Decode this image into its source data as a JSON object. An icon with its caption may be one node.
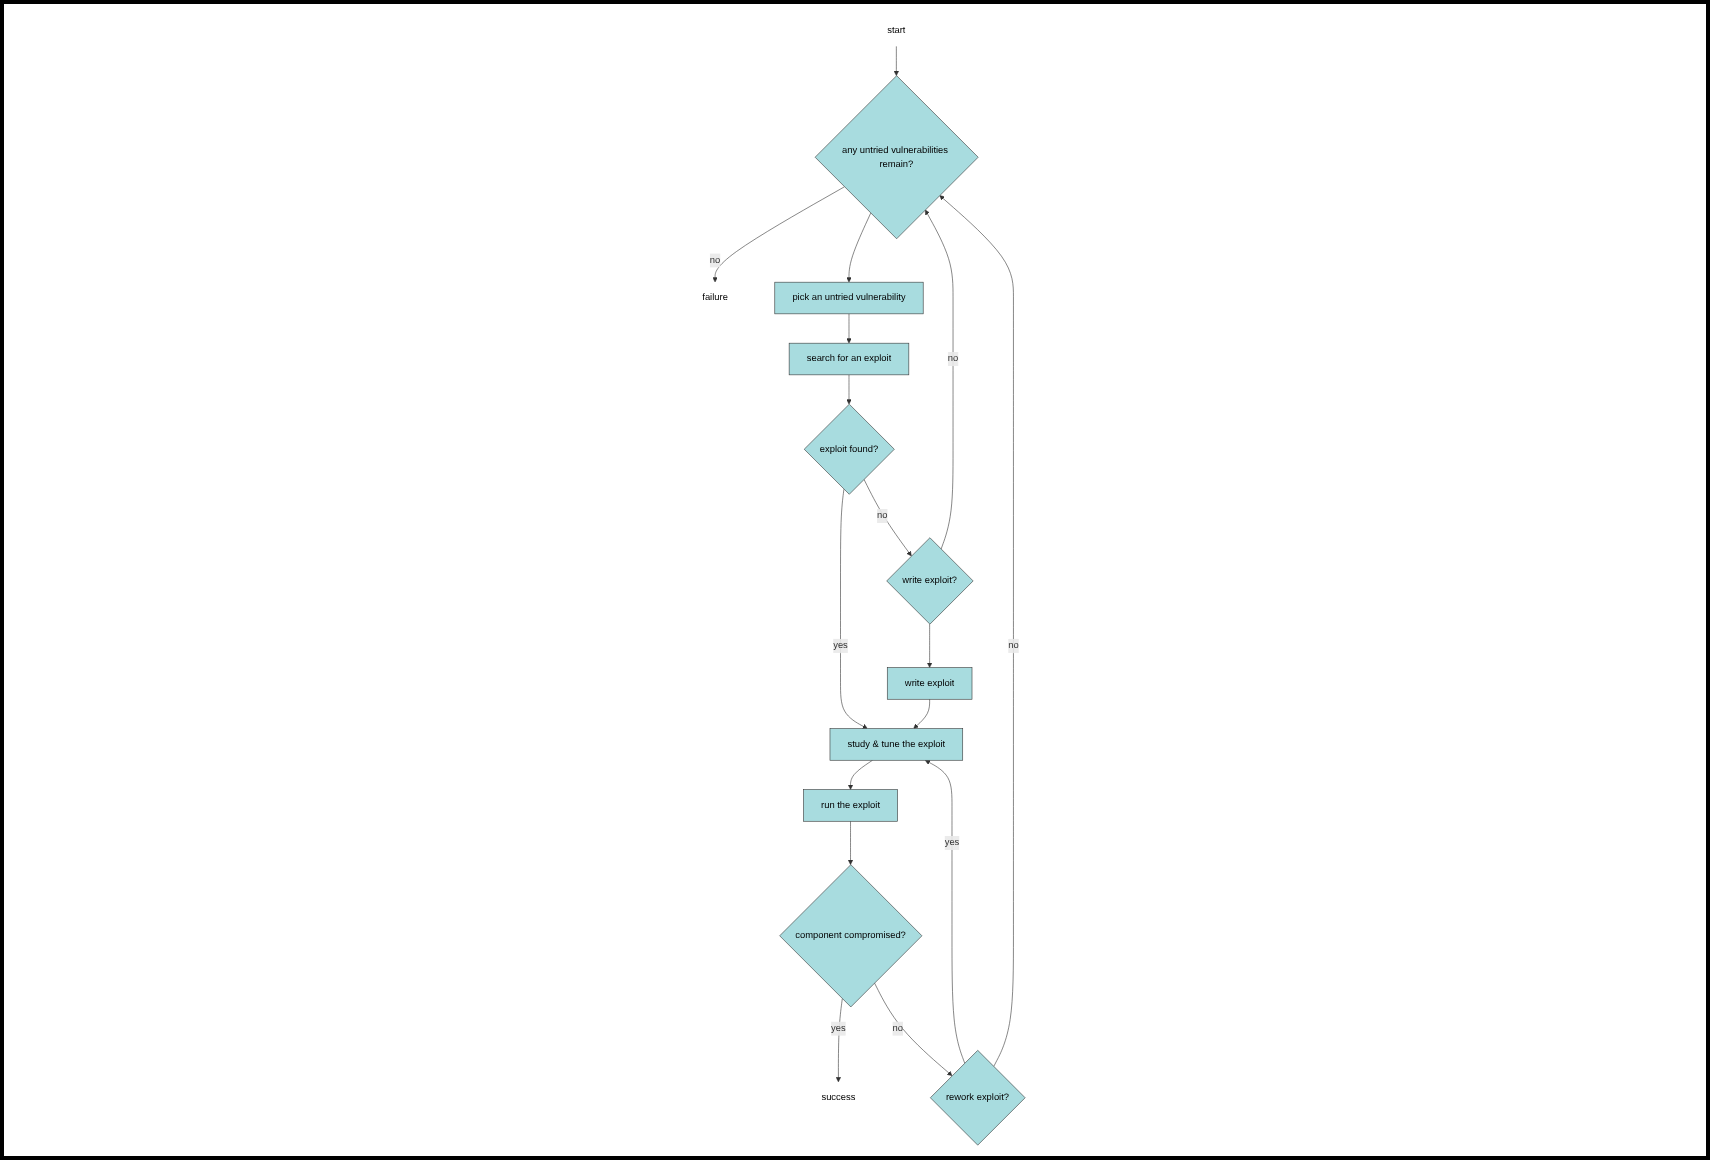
{
  "diagram": {
    "nodes": [
      {
        "text": [
          "start"
        ]
      },
      {
        "text": [
          "any untried vulnerabilities remain?"
        ]
      },
      {
        "text": [
          "failure"
        ]
      },
      {
        "text": [
          "pick an untried vulnerability"
        ]
      },
      {
        "text": [
          "search for an exploit"
        ]
      },
      {
        "text": [
          "exploit found?"
        ]
      },
      {
        "text": [
          "write exploit?"
        ]
      },
      {
        "text": [
          "write exploit"
        ]
      },
      {
        "text": [
          "study & tune the exploit"
        ]
      },
      {
        "text": [
          "run the exploit"
        ]
      },
      {
        "text": [
          "component compromised?"
        ]
      },
      {
        "text": [
          "success"
        ]
      },
      {
        "text": [
          "rework exploit?"
        ]
      }
    ],
    "edges": [
      {
        "from": 0,
        "to": 1,
        "arrow": "to"
      },
      {
        "from": 1,
        "to": 2,
        "arrow": "to",
        "label": "no"
      },
      {
        "from": 1,
        "to": 3,
        "arrow": "to"
      },
      {
        "from": 3,
        "to": 4,
        "arrow": "to"
      },
      {
        "from": 4,
        "to": 5,
        "arrow": "to"
      },
      {
        "from": 5,
        "to": 6,
        "arrow": "to",
        "label": "no"
      },
      {
        "from": 5,
        "to": 8,
        "arrow": "to",
        "label": "yes"
      },
      {
        "from": 6,
        "to": 1,
        "arrow": "to",
        "label": "no"
      },
      {
        "from": 6,
        "to": 7,
        "arrow": "to"
      },
      {
        "from": 7,
        "to": 8,
        "arrow": "to"
      },
      {
        "from": 8,
        "to": 9,
        "arrow": "to"
      },
      {
        "from": 9,
        "to": 10,
        "arrow": "to"
      },
      {
        "from": 10,
        "to": 11,
        "arrow": "to",
        "label": "yes"
      },
      {
        "from": 10,
        "to": 12,
        "arrow": "to",
        "label": "no"
      },
      {
        "from": 12,
        "to": 8,
        "arrow": "to",
        "label": "yes"
      },
      {
        "from": 12,
        "to": 1,
        "arrow": "to",
        "label": "no"
      }
    ]
  }
}
